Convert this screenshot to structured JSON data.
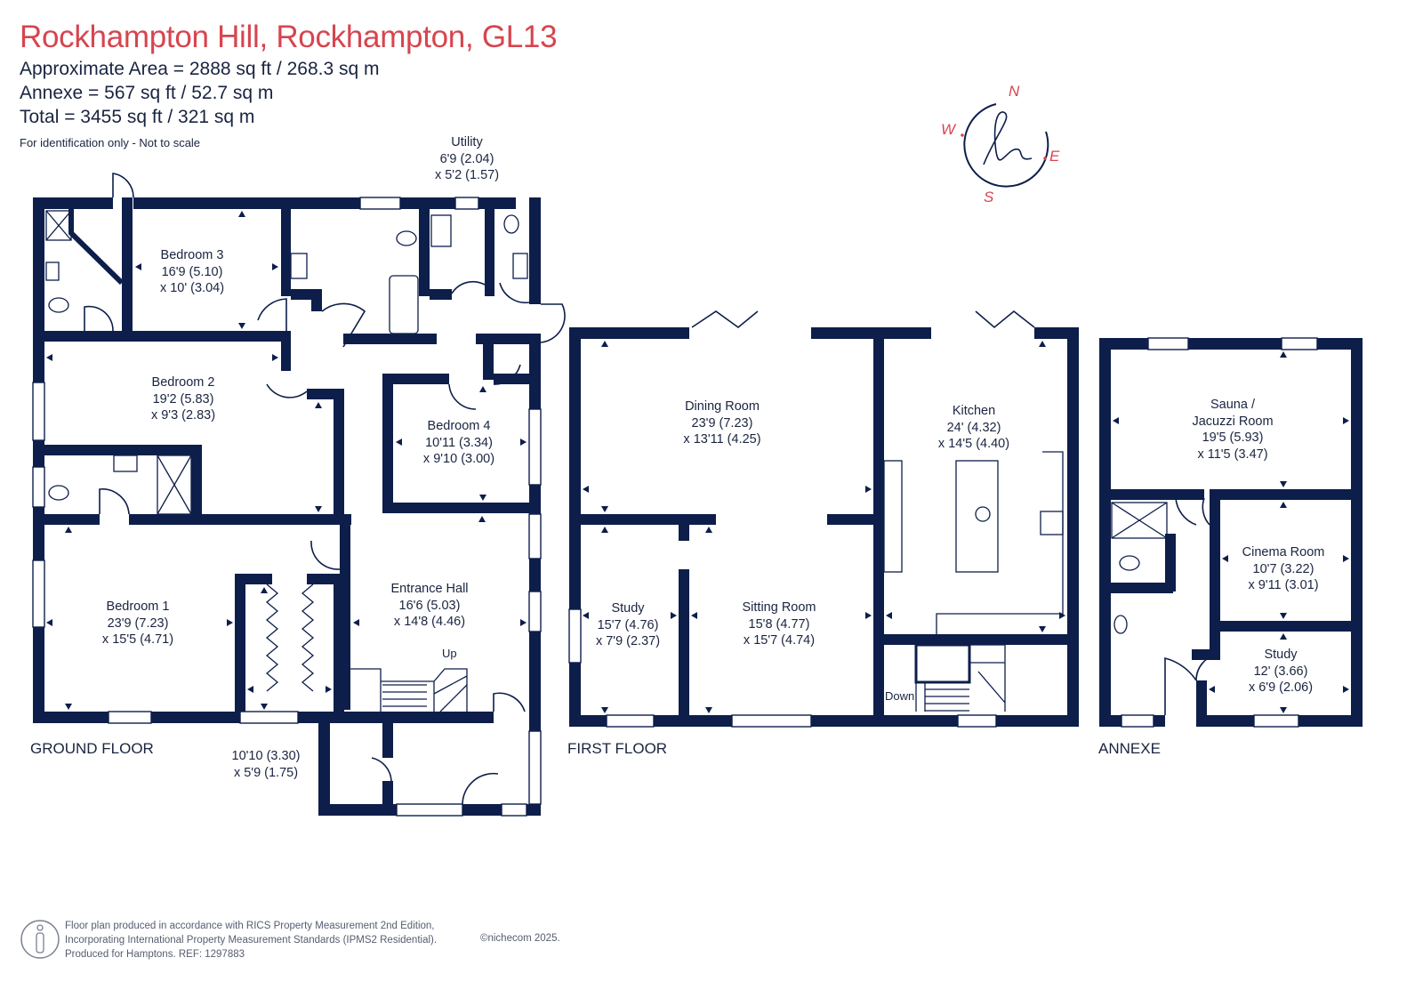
{
  "header": {
    "title": "Rockhampton Hill, Rockhampton, GL13",
    "approx_area": "Approximate Area = 2888 sq ft / 268.3 sq m",
    "annexe_area": "Annexe = 567 sq ft / 52.7 sq m",
    "total_area": "Total = 3455 sq ft / 321 sq m",
    "note": "For identification only - Not to scale"
  },
  "compass": {
    "n": "N",
    "e": "E",
    "s": "S",
    "w": "W"
  },
  "rooms": {
    "utility": [
      "Utility",
      "6'9 (2.04)",
      "x 5'2 (1.57)"
    ],
    "bedroom3": [
      "Bedroom 3",
      "16'9 (5.10)",
      "x 10' (3.04)"
    ],
    "bedroom2": [
      "Bedroom 2",
      "19'2 (5.83)",
      "x 9'3 (2.83)"
    ],
    "bedroom4": [
      "Bedroom 4",
      "10'11 (3.34)",
      "x 9'10 (3.00)"
    ],
    "bedroom1": [
      "Bedroom 1",
      "23'9 (7.23)",
      "x 15'5 (4.71)"
    ],
    "entrance": [
      "Entrance Hall",
      "16'6 (5.03)",
      "x 14'8 (4.46)"
    ],
    "dressing": [
      "10'10 (3.30)",
      "x 5'9 (1.75)"
    ],
    "dining": [
      "Dining Room",
      "23'9 (7.23)",
      "x 13'11 (4.25)"
    ],
    "kitchen": [
      "Kitchen",
      "24' (4.32)",
      "x 14'5 (4.40)"
    ],
    "study_first": [
      "Study",
      "15'7 (4.76)",
      "x 7'9 (2.37)"
    ],
    "sitting": [
      "Sitting Room",
      "15'8 (4.77)",
      "x 15'7 (4.74)"
    ],
    "sauna": [
      "Sauna /",
      "Jacuzzi Room",
      "19'5 (5.93)",
      "x 11'5 (3.47)"
    ],
    "cinema": [
      "Cinema Room",
      "10'7 (3.22)",
      "x 9'11 (3.01)"
    ],
    "study_annexe": [
      "Study",
      "12' (3.66)",
      "x 6'9 (2.06)"
    ]
  },
  "stairs": {
    "up": "Up",
    "down": "Down"
  },
  "floors": {
    "ground": "GROUND FLOOR",
    "first": "FIRST FLOOR",
    "annexe": "ANNEXE"
  },
  "footer": {
    "line1": "Floor plan produced in accordance with RICS Property Measurement 2nd Edition,",
    "line2": "Incorporating International Property Measurement Standards (IPMS2 Residential).",
    "line3": "Produced for Hamptons.   REF: 1297883",
    "copyright": "©nichecom 2025."
  },
  "colors": {
    "wall": "#0d1e4a",
    "title": "#d6454f",
    "text": "#1a2440",
    "compass_letters": "#d6454f"
  }
}
